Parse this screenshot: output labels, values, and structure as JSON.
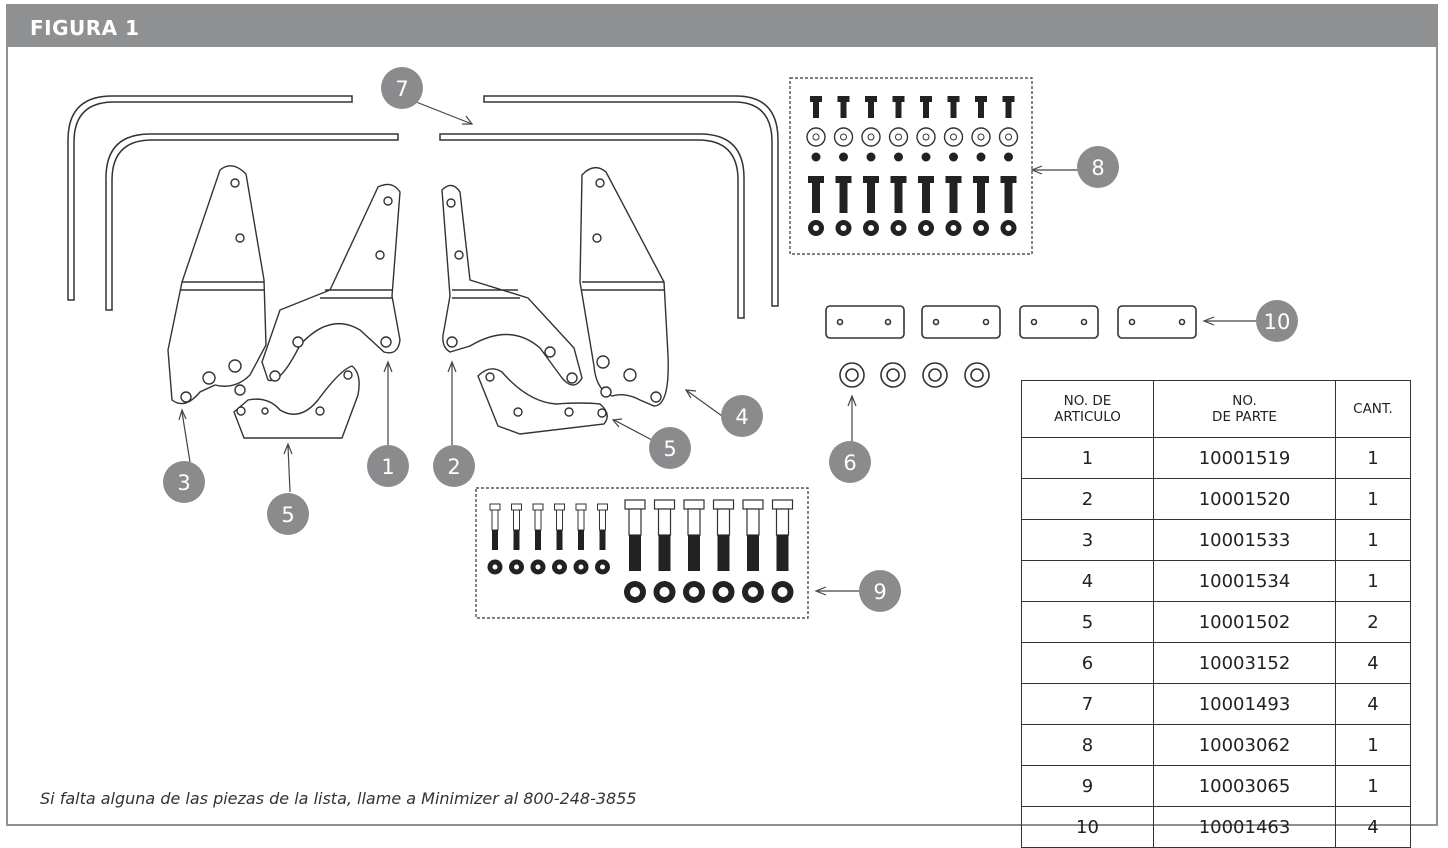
{
  "header": {
    "title": "FIGURA 1"
  },
  "callouts": [
    "1",
    "2",
    "3",
    "4",
    "5",
    "5",
    "6",
    "7",
    "8",
    "9",
    "10"
  ],
  "table": {
    "headers": [
      {
        "line1": "NO. DE",
        "line2": "ARTICULO"
      },
      {
        "line1": "NO.",
        "line2": "DE PARTE"
      },
      {
        "line1": "CANT.",
        "line2": ""
      }
    ],
    "rows": [
      {
        "item": "1",
        "part": "10001519",
        "qty": "1"
      },
      {
        "item": "2",
        "part": "10001520",
        "qty": "1"
      },
      {
        "item": "3",
        "part": "10001533",
        "qty": "1"
      },
      {
        "item": "4",
        "part": "10001534",
        "qty": "1"
      },
      {
        "item": "5",
        "part": "10001502",
        "qty": "2"
      },
      {
        "item": "6",
        "part": "10003152",
        "qty": "4"
      },
      {
        "item": "7",
        "part": "10001493",
        "qty": "4"
      },
      {
        "item": "8",
        "part": "10003062",
        "qty": "1"
      },
      {
        "item": "9",
        "part": "10003065",
        "qty": "1"
      },
      {
        "item": "10",
        "part": "10001463",
        "qty": "4"
      }
    ]
  },
  "footnote": "Si falta alguna de las piezas de la lista, llame a Minimizer al 800-248-3855",
  "colors": {
    "header_bg": "#8f9092",
    "callout_bg": "#8b8b8d",
    "line": "#333333"
  }
}
